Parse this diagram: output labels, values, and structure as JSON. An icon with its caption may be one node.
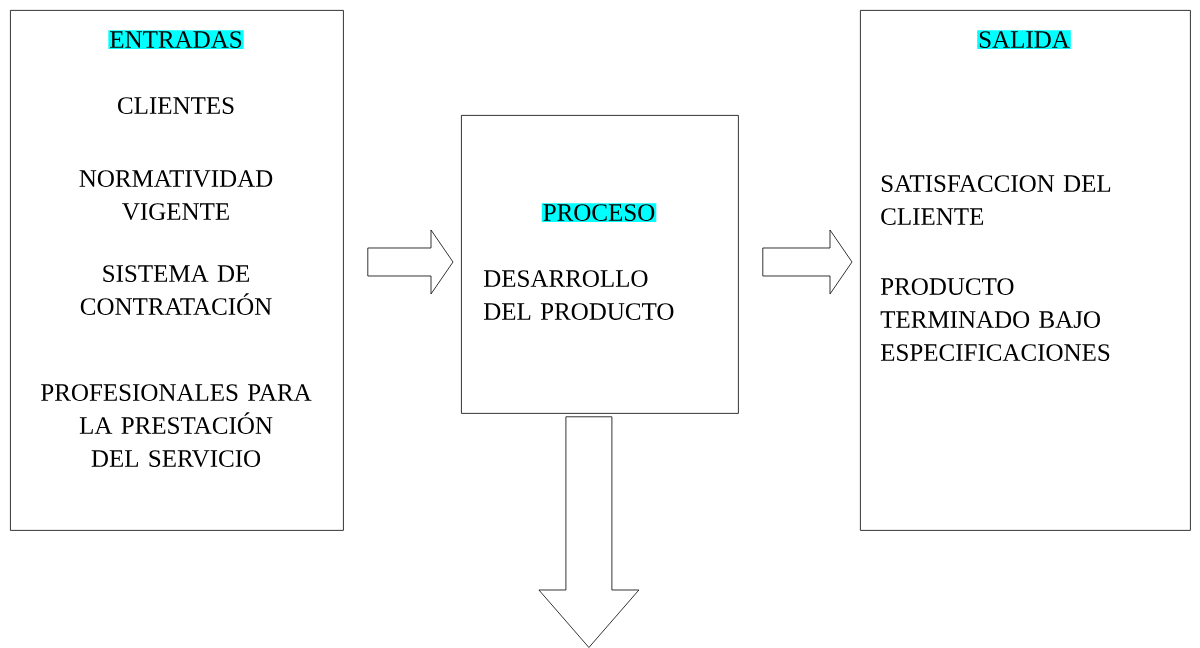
{
  "diagram": {
    "nodes": [
      {
        "text": [
          "ENTRADAS",
          "CLIENTES",
          "NORMATIVIDAD VIGENTE",
          "SISTEMA DE CONTRATACIÓN",
          "PROFESIONALES PARA LA PRESTACIÓN DEL SERVICIO"
        ]
      },
      {
        "text": [
          "PROCESO",
          "DESARROLLO DEL PRODUCTO"
        ]
      },
      {
        "text": [
          "SALIDA",
          "SATISFACCION DEL CLIENTE",
          "PRODUCTO TERMINADO BAJO ESPECIFICACIONES"
        ]
      }
    ],
    "edges": [
      {
        "from": 0,
        "to": 1,
        "arrow": "to"
      },
      {
        "from": 1,
        "to": 2,
        "arrow": "to"
      },
      {
        "from": 1,
        "to": null,
        "arrow": "to"
      }
    ]
  }
}
